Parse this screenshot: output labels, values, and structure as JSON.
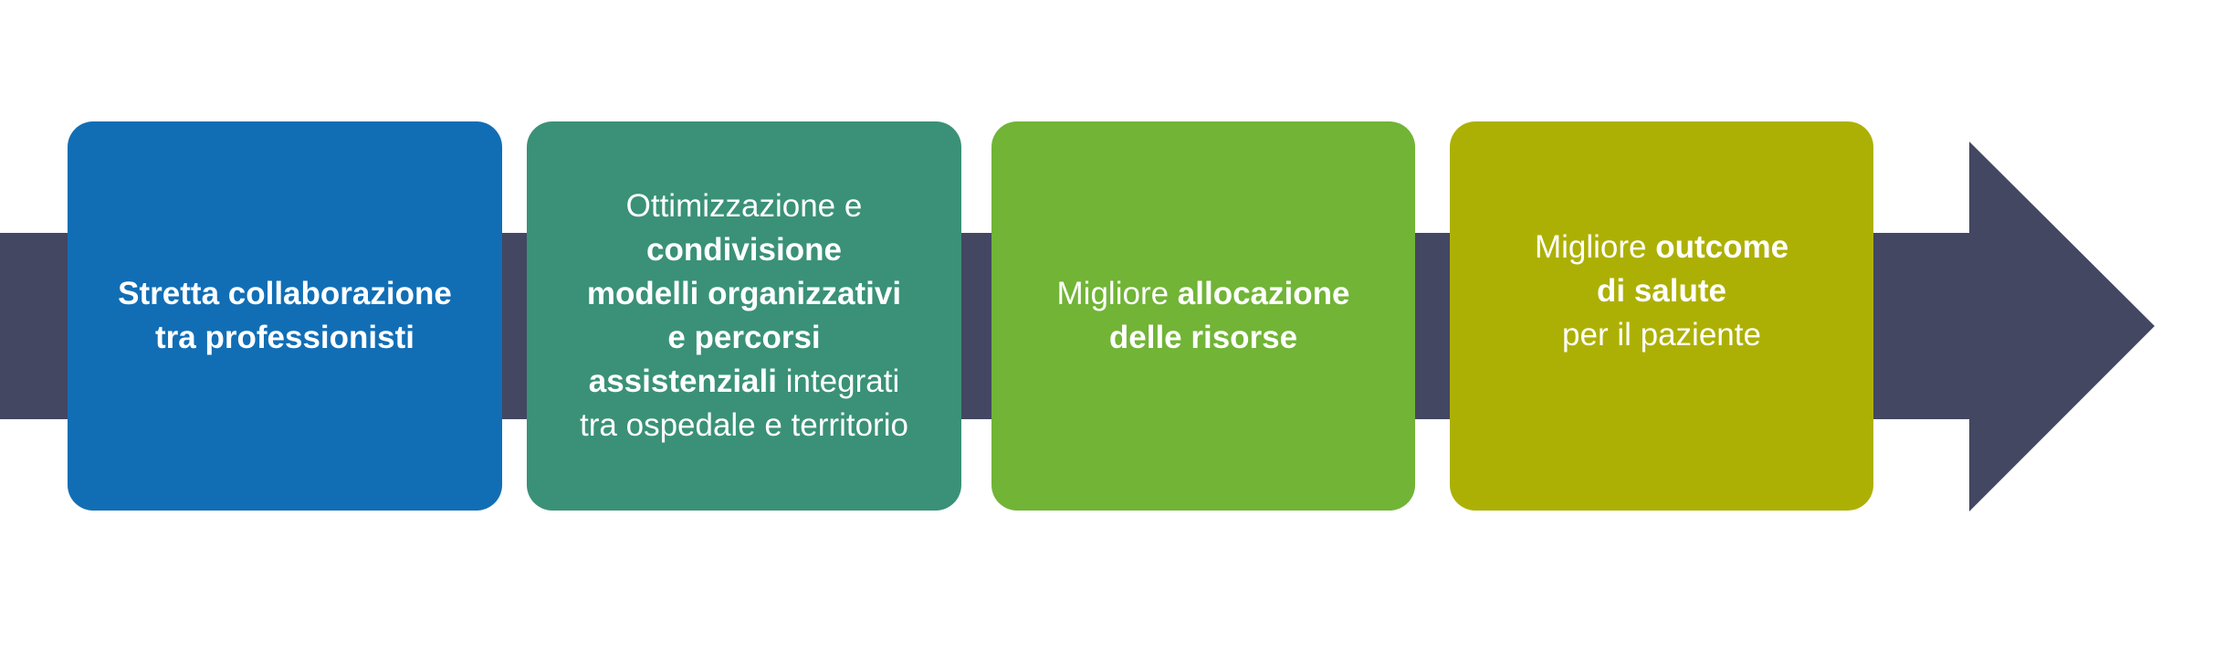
{
  "colors": {
    "arrow": "#434762",
    "box1": "#116EB5",
    "box2": "#3A9177",
    "box3": "#71B436",
    "box4": "#ADB004",
    "text": "#FFFFFF"
  },
  "steps": [
    {
      "lines": [
        [
          {
            "text": "Stretta collaborazione",
            "bold": true
          }
        ],
        [
          {
            "text": "tra professionisti",
            "bold": true
          }
        ]
      ]
    },
    {
      "lines": [
        [
          {
            "text": "Ottimizzazione e",
            "bold": false
          }
        ],
        [
          {
            "text": "condivisione",
            "bold": true
          }
        ],
        [
          {
            "text": "modelli organizzativi",
            "bold": true
          }
        ],
        [
          {
            "text": "e percorsi",
            "bold": true
          }
        ],
        [
          {
            "text": "assistenziali",
            "bold": true
          },
          {
            "text": " integrati",
            "bold": false
          }
        ],
        [
          {
            "text": "tra ospedale e territorio",
            "bold": false
          }
        ]
      ]
    },
    {
      "lines": [
        [
          {
            "text": "Migliore ",
            "bold": false
          },
          {
            "text": "allocazione",
            "bold": true
          }
        ],
        [
          {
            "text": "delle risorse",
            "bold": true
          }
        ]
      ]
    },
    {
      "lines": [
        [
          {
            "text": "Migliore ",
            "bold": false
          },
          {
            "text": "outcome",
            "bold": true
          }
        ],
        [
          {
            "text": "di salute",
            "bold": true
          }
        ],
        [
          {
            "text": "per il paziente",
            "bold": false
          }
        ]
      ]
    }
  ]
}
